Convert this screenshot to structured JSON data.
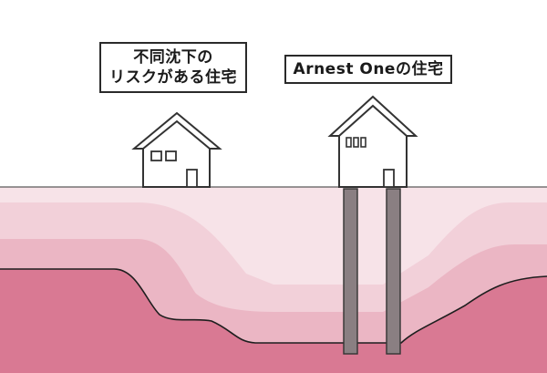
{
  "labels": {
    "risk_house_line1": "不同沈下の",
    "risk_house_line2": "リスクがある住宅",
    "arnest_house": "Arnest Oneの住宅"
  },
  "colors": {
    "background": "#ffffff",
    "ground_surface": "#f7e3e8",
    "soil_light": "#f2d0d9",
    "soil_mid": "#ebb6c4",
    "soil_deep": "#d97993",
    "boundary_line": "#1e1e1e",
    "pile_fill": "#8a7f82",
    "house_stroke": "#333333",
    "house_fill": "#ffffff"
  }
}
